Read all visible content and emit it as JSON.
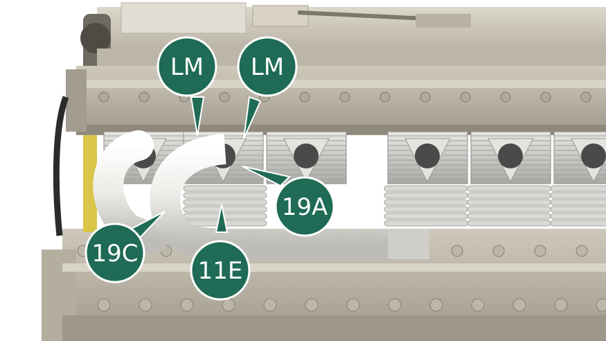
{
  "callouts": [
    {
      "id": "lm-left",
      "label": "LM"
    },
    {
      "id": "lm-right",
      "label": "LM"
    },
    {
      "id": "part-19a",
      "label": "19A"
    },
    {
      "id": "part-19c",
      "label": "19C"
    },
    {
      "id": "part-11e",
      "label": "11E"
    }
  ],
  "colors": {
    "callout_fill": "#1f6b55",
    "callout_stroke": "#ffffff",
    "engine_metal": "#c8c2b4",
    "engine_shadow": "#8d877a",
    "pipe_white": "#f2f2f0",
    "cylinder_silver": "#d5d5d2"
  }
}
